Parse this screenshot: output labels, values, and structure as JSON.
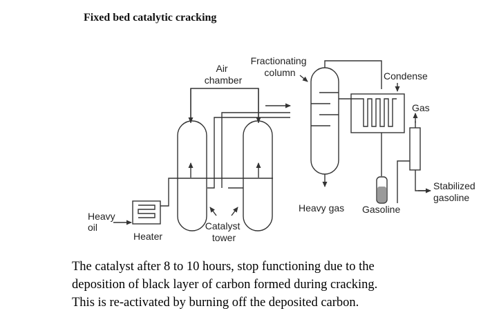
{
  "title": "Fixed bed catalytic cracking",
  "labels": {
    "air_chamber": [
      "Air",
      "chamber"
    ],
    "fractionating_column": [
      "Fractionating",
      "column"
    ],
    "condense": "Condense",
    "gas": "Gas",
    "stabilized_gasoline": [
      "Stabilized",
      "gasoline"
    ],
    "heavy_oil": [
      "Heavy",
      "oil"
    ],
    "heater": "Heater",
    "catalyst_tower": [
      "Catalyst",
      "tower"
    ],
    "heavy_gas": "Heavy gas",
    "gasoline": "Gasoline"
  },
  "caption": [
    "The catalyst after 8 to 10 hours, stop functioning due to the",
    "deposition of black layer of carbon formed during cracking.",
    "This is re-activated by burning off the deposited carbon."
  ],
  "colors": {
    "line": "#333333",
    "text": "#222222",
    "fill": "#ffffff",
    "gasoline_fill": "#9a9a9a"
  }
}
